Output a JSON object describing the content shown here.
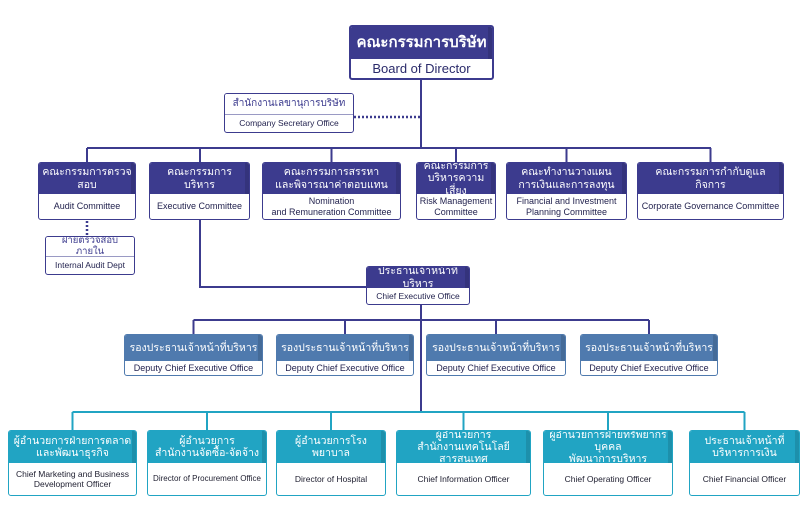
{
  "board": {
    "th": "คณะกรรมการบริษัท",
    "en": "Board of Director"
  },
  "secretary": {
    "th": "สำนักงานเลขานุการบริษัท",
    "en": "Company Secretary Office"
  },
  "committees": [
    {
      "th": "คณะกรรมการตรวจสอบ",
      "en": "Audit Committee"
    },
    {
      "th": "คณะกรรมการบริหาร",
      "en": "Executive Committee"
    },
    {
      "th": "คณะกรรมการสรรหา\nและพิจารณาค่าตอบแทน",
      "en": "Nomination\nand Remuneration Committee"
    },
    {
      "th": "คณะกรรมการ\nบริหารความเสี่ยง",
      "en": "Risk Management\nCommittee"
    },
    {
      "th": "คณะทำงานวางแผน\nการเงินและการลงทุน",
      "en": "Financial and Investment\nPlanning Committee"
    },
    {
      "th": "คณะกรรมการกำกับดูแลกิจการ",
      "en": "Corporate Governance Committee"
    }
  ],
  "internal_audit": {
    "th": "ฝ่ายตรวจสอบภายใน",
    "en": "Internal Audit Dept"
  },
  "ceo": {
    "th": "ประธานเจ้าหน้าที่บริหาร",
    "en": "Chief Executive Office"
  },
  "deputies": [
    {
      "th": "รองประธานเจ้าหน้าที่บริหาร",
      "en": "Deputy Chief Executive Office"
    },
    {
      "th": "รองประธานเจ้าหน้าที่บริหาร",
      "en": "Deputy Chief Executive Office"
    },
    {
      "th": "รองประธานเจ้าหน้าที่บริหาร",
      "en": "Deputy Chief Executive Office"
    },
    {
      "th": "รองประธานเจ้าหน้าที่บริหาร",
      "en": "Deputy Chief Executive Office"
    }
  ],
  "officers": [
    {
      "th": "ผู้อำนวยการฝ่ายการตลาด\nและพัฒนาธุรกิจ",
      "en": "Chief Marketing and Business\nDevelopment Officer"
    },
    {
      "th": "ผู้อำนวยการ\nสำนักงานจัดซื้อ-จัดจ้าง",
      "en": "Director of Procurement Office"
    },
    {
      "th": "ผู้อำนวยการโรงพยาบาล",
      "en": "Director of Hospital"
    },
    {
      "th": "ผู้อำนวยการ\nสำนักงานเทคโนโลยีสารสนเทศ",
      "en": "Chief Information Officer"
    },
    {
      "th": "ผู้อำนวยการฝ่ายทรัพยากรบุคคล\nพัฒนาการบริหาร",
      "en": "Chief Operating Officer"
    },
    {
      "th": "ประธานเจ้าหน้าที่\nบริหารการเงิน",
      "en": "Chief Financial Officer"
    }
  ],
  "colors": {
    "navy": "#3c3b8e",
    "steel_blue": "#4f7aae",
    "teal": "#21a4c3",
    "line": "#3c3b8e"
  }
}
